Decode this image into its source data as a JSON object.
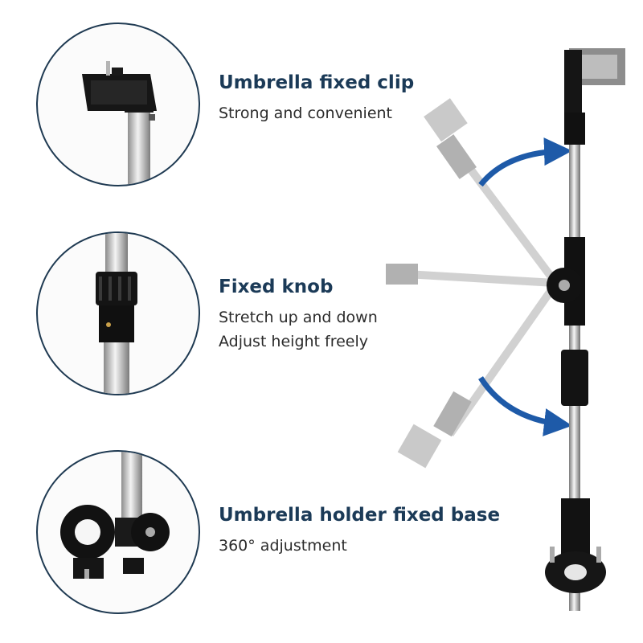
{
  "features": [
    {
      "title": "Umbrella fixed clip",
      "lines": [
        "Strong and convenient"
      ]
    },
    {
      "title": "Fixed knob",
      "lines": [
        "Stretch up and down",
        "Adjust height freely"
      ]
    },
    {
      "title": "Umbrella holder fixed base",
      "lines": [
        "360° adjustment"
      ]
    }
  ],
  "colors": {
    "title": "#1b3a57",
    "text": "#2b2b2b",
    "circle_border": "#1f3a52",
    "arrow": "#1e5aa8",
    "metal": "#c9c9c9",
    "plastic": "#141414"
  }
}
